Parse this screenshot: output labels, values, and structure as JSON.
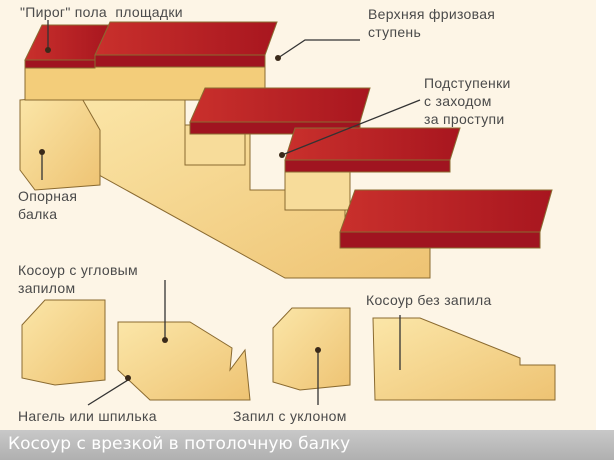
{
  "labels": {
    "floor_pie": "\"Пирог\" пола  площадки",
    "top_step_line1": "Верхняя фризовая",
    "top_step_line2": "ступень",
    "risers_line1": "Подступенки",
    "risers_line2": "с заходом",
    "risers_line3": "за проступи",
    "beam_line1": "Опорная",
    "beam_line2": "балка",
    "stringer_angle_line1": "Косоур с угловым",
    "stringer_angle_line2": "запилом",
    "stringer_no_cut": "Косоур без запила",
    "dowel": "Нагель или шпилька",
    "slope_cut": "Запил с уклоном"
  },
  "caption": "Косоур с врезкой в потолочную балку",
  "colors": {
    "tread": "#b8202a",
    "wood": "#f5d58a",
    "background": "#fdf5e6",
    "caption_bar": "#b4b4b4"
  }
}
